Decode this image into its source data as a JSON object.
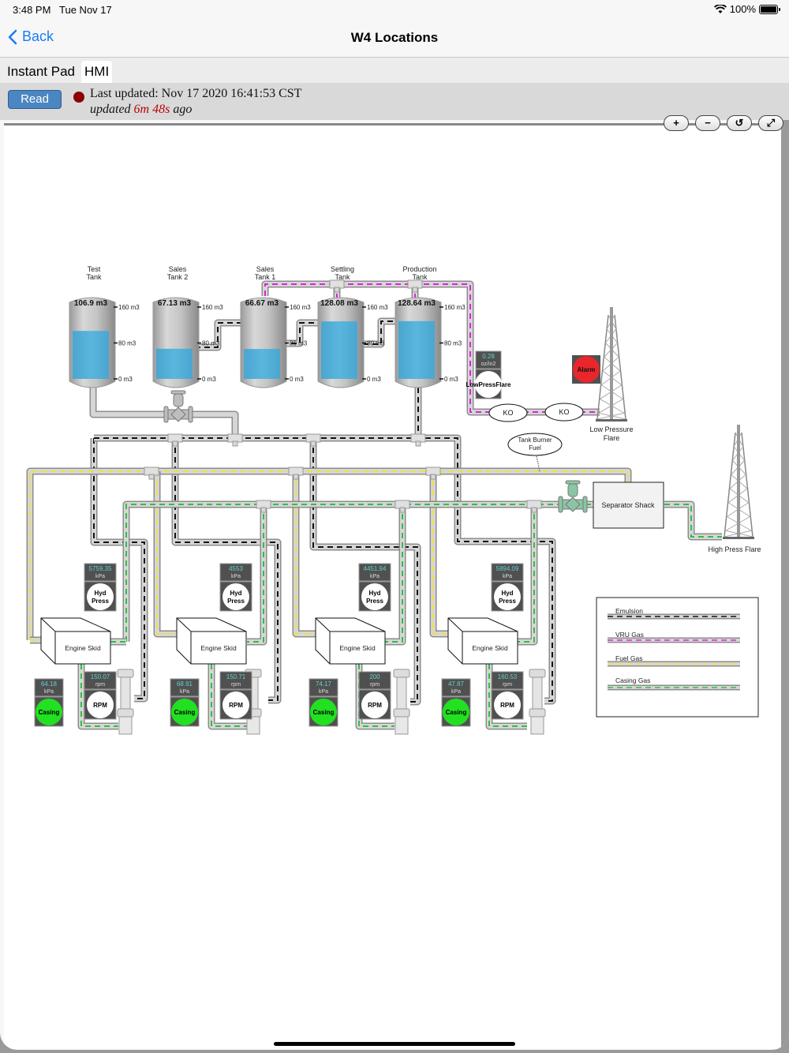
{
  "status_bar": {
    "time": "3:48 PM",
    "date": "Tue Nov 17",
    "battery": "100%"
  },
  "nav": {
    "back_label": "Back",
    "title": "W4 Locations"
  },
  "tabs": [
    {
      "label": "Instant Pad",
      "active": false
    },
    {
      "label": "HMI",
      "active": true
    }
  ],
  "info": {
    "read_label": "Read",
    "status_color": "#8b0000",
    "last_updated": "Last updated: Nov 17 2020 16:41:53 CST",
    "updated_prefix": "updated",
    "updated_age": "6m 48s",
    "updated_suffix": "ago"
  },
  "zoom_controls": [
    {
      "name": "zoom-in-button",
      "glyph": "+"
    },
    {
      "name": "zoom-out-button",
      "glyph": "−"
    },
    {
      "name": "reset-button",
      "glyph": "↺"
    },
    {
      "name": "fit-button",
      "glyph": "⤢"
    }
  ],
  "tanks": [
    {
      "name": "Test Tank",
      "line1": "Test",
      "line2": "Tank",
      "value": "106.9 m3",
      "level": 106.9
    },
    {
      "name": "Sales Tank 2",
      "line1": "Sales",
      "line2": "Tank 2",
      "value": "67.13 m3",
      "level": 67.13
    },
    {
      "name": "Sales Tank 1",
      "line1": "Sales",
      "line2": "Tank 1",
      "value": "66.67 m3",
      "level": 66.67
    },
    {
      "name": "Settling Tank",
      "line1": "Settling",
      "line2": "Tank",
      "value": "128.08 m3",
      "level": 128.08
    },
    {
      "name": "Production Tank",
      "line1": "Production",
      "line2": "Tank",
      "value": "128.64 m3",
      "level": 128.64
    }
  ],
  "tank_scale": {
    "max": 160,
    "ticks": [
      "160 m3",
      "80 m3",
      "0 m3"
    ]
  },
  "low_press_flare": {
    "value": "0.28",
    "unit": "oz/in2",
    "label": "LowPressFlare"
  },
  "alarm": {
    "label": "Alarm",
    "color": "#e8262b"
  },
  "ko_labels": [
    "KO",
    "KO"
  ],
  "labels": {
    "low_pressure_flare_1": "Low Pressure",
    "low_pressure_flare_2": "Flare",
    "tank_burner_1": "Tank Burner",
    "tank_burner_2": "Fuel",
    "separator_shack": "Separator Shack",
    "high_press_flare": "High Press Flare"
  },
  "engine_skids": [
    {
      "label": "Engine Skid",
      "hyd_value": "5759.35",
      "hyd_unit": "kPa",
      "hyd_label1": "Hyd",
      "hyd_label2": "Press",
      "rpm_value": "150.07",
      "rpm_unit": "rpm",
      "rpm_label": "RPM",
      "casing_value": "64.18",
      "casing_unit": "kPa",
      "casing_label": "Casing"
    },
    {
      "label": "Engine Skid",
      "hyd_value": "4553",
      "hyd_unit": "kPa",
      "hyd_label1": "Hyd",
      "hyd_label2": "Press",
      "rpm_value": "150.71",
      "rpm_unit": "rpm",
      "rpm_label": "RPM",
      "casing_value": "68.91",
      "casing_unit": "kPa",
      "casing_label": "Casing"
    },
    {
      "label": "Engine Skid",
      "hyd_value": "4451.94",
      "hyd_unit": "kPa",
      "hyd_label1": "Hyd",
      "hyd_label2": "Press",
      "rpm_value": "200",
      "rpm_unit": "rpm",
      "rpm_label": "RPM",
      "casing_value": "74.17",
      "casing_unit": "kPa",
      "casing_label": "Casing"
    },
    {
      "label": "Engine Skid",
      "hyd_value": "5894.09",
      "hyd_unit": "kPa",
      "hyd_label1": "Hyd",
      "hyd_label2": "Press",
      "rpm_value": "160.53",
      "rpm_unit": "rpm",
      "rpm_label": "RPM",
      "casing_value": "47.87",
      "casing_unit": "kPa",
      "casing_label": "Casing"
    }
  ],
  "legend": [
    {
      "label": "Emulsion",
      "color": "#111111"
    },
    {
      "label": "VRU Gas",
      "color": "#e020e0"
    },
    {
      "label": "Fuel Gas",
      "color": "#f0e040"
    },
    {
      "label": "Casing Gas",
      "color": "#30c040"
    }
  ],
  "colors": {
    "tank_fluid": "#55b0d8",
    "casing_ok": "#22e022",
    "value_text": "#5fd0d0"
  }
}
